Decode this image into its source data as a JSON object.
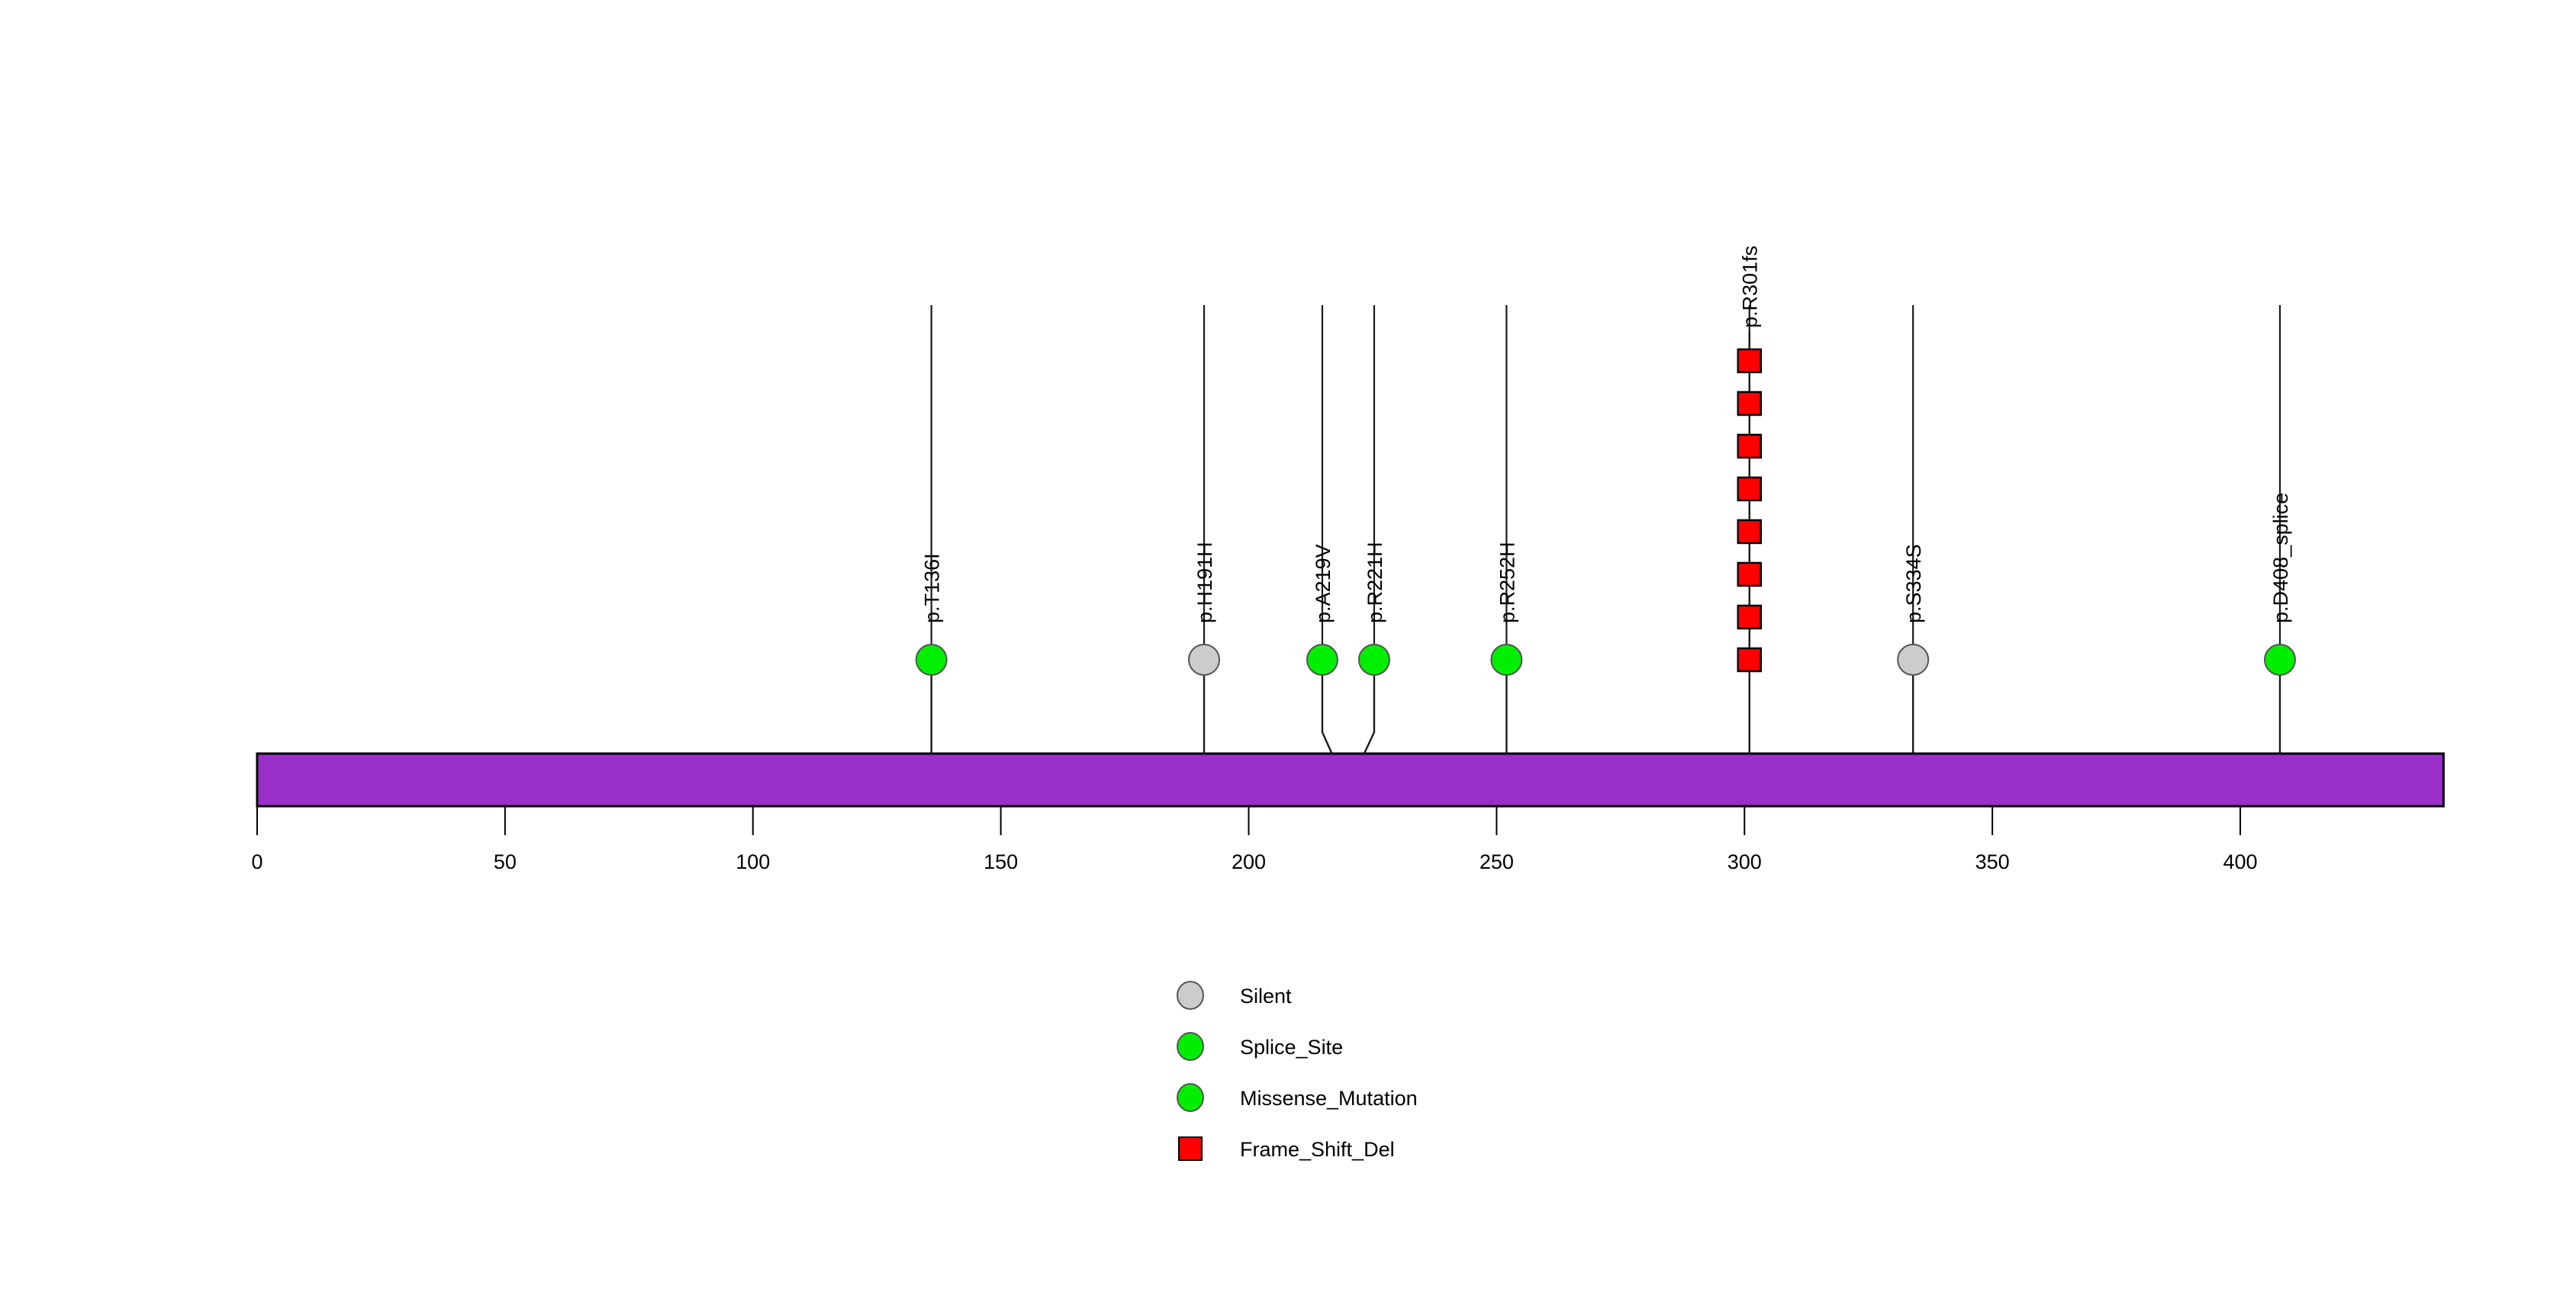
{
  "chart_data": {
    "type": "scatter",
    "title": "",
    "subtitle": "",
    "xlabel": "",
    "ylabel": "",
    "xlim": [
      0,
      441
    ],
    "ylim": [
      0,
      8
    ],
    "grid": false,
    "legend_position": "bottom-center",
    "protein": {
      "name": "",
      "length": 441,
      "domain_color": "#9A2EC8",
      "bar_start": 0,
      "bar_end": 441
    },
    "axis": {
      "ticks": [
        0,
        50,
        100,
        150,
        200,
        250,
        300,
        350,
        400
      ],
      "tick_labels": [
        "0",
        "50",
        "100",
        "150",
        "200",
        "250",
        "300",
        "350",
        "400"
      ]
    },
    "categories": [
      "p.T136I",
      "p.H191H",
      "p.A219V",
      "p.R221H",
      "p.R252H",
      "p.R301fs",
      "p.S334S",
      "p.D408_splice"
    ],
    "values": [
      1,
      1,
      1,
      1,
      1,
      8,
      1,
      1
    ],
    "mutations": [
      {
        "label": "p.T136I",
        "position": 136,
        "count": 1,
        "type": "Missense_Mutation",
        "shape": "circle",
        "color": "#00EE00",
        "stem_bend": false
      },
      {
        "label": "p.H191H",
        "position": 191,
        "count": 1,
        "type": "Silent",
        "shape": "circle",
        "color": "#CCCCCC",
        "stem_bend": false
      },
      {
        "label": "p.A219V",
        "position": 219,
        "count": 1,
        "type": "Missense_Mutation",
        "shape": "circle",
        "color": "#00EE00",
        "stem_bend": true
      },
      {
        "label": "p.R221H",
        "position": 221,
        "count": 1,
        "type": "Missense_Mutation",
        "shape": "circle",
        "color": "#00EE00",
        "stem_bend": true
      },
      {
        "label": "p.R252H",
        "position": 252,
        "count": 1,
        "type": "Missense_Mutation",
        "shape": "circle",
        "color": "#00EE00",
        "stem_bend": false
      },
      {
        "label": "p.R301fs",
        "position": 301,
        "count": 8,
        "type": "Frame_Shift_Del",
        "shape": "square",
        "color": "#FF0000",
        "stem_bend": false
      },
      {
        "label": "p.S334S",
        "position": 334,
        "count": 1,
        "type": "Silent",
        "shape": "circle",
        "color": "#CCCCCC",
        "stem_bend": false
      },
      {
        "label": "p.D408_splice",
        "position": 408,
        "count": 1,
        "type": "Splice_Site",
        "shape": "circle",
        "color": "#00EE00",
        "stem_bend": false
      }
    ],
    "legend": [
      {
        "label": "Silent",
        "color": "#CCCCCC",
        "shape": "circle"
      },
      {
        "label": "Splice_Site",
        "color": "#00EE00",
        "shape": "circle"
      },
      {
        "label": "Missense_Mutation",
        "color": "#00EE00",
        "shape": "circle"
      },
      {
        "label": "Frame_Shift_Del",
        "color": "#FF0000",
        "shape": "square"
      }
    ]
  }
}
